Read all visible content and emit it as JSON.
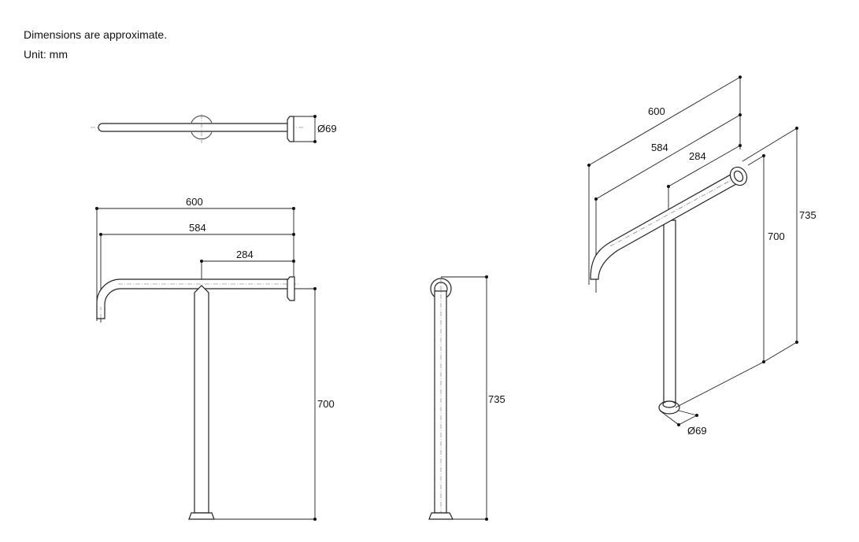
{
  "notes": {
    "line1": "Dimensions are approximate.",
    "line2": "Unit: mm"
  },
  "top_view": {
    "diameter": "Ø69"
  },
  "front_view": {
    "width_overall": "600",
    "width_inner": "584",
    "post_offset": "284",
    "height": "700"
  },
  "side_view": {
    "height": "735"
  },
  "iso_view": {
    "width_overall": "600",
    "width_inner": "584",
    "post_offset": "284",
    "height": "700",
    "height_overall": "735",
    "diameter": "Ø69"
  }
}
